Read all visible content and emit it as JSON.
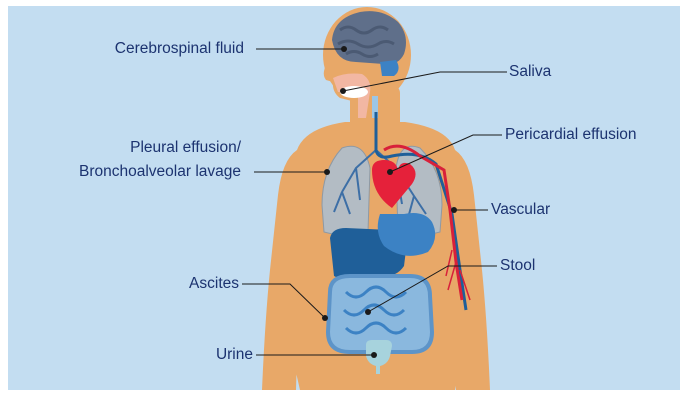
{
  "labels": {
    "cerebrospinal_fluid": "Cerebrospinal fluid",
    "saliva": "Saliva",
    "pleural_line1": "Pleural effusion/",
    "pleural_line2": "Bronchoalveolar lavage",
    "pericardial_effusion": "Pericardial effusion",
    "vascular": "Vascular",
    "stool": "Stool",
    "ascites": "Ascites",
    "urine": "Urine"
  },
  "colors": {
    "background": "#c3ddf1",
    "body": "#e8a868",
    "brain": "#5f6f8a",
    "lungs": "#b3bcc4",
    "heart": "#e5213a",
    "artery": "#d8203a",
    "vein": "#1f5f99",
    "stomach": "#3c82c4",
    "intestine": "#8ab8de",
    "bladder": "#a7d3dd",
    "label_text": "#1c3370",
    "leader_line": "#1a1a1a"
  }
}
